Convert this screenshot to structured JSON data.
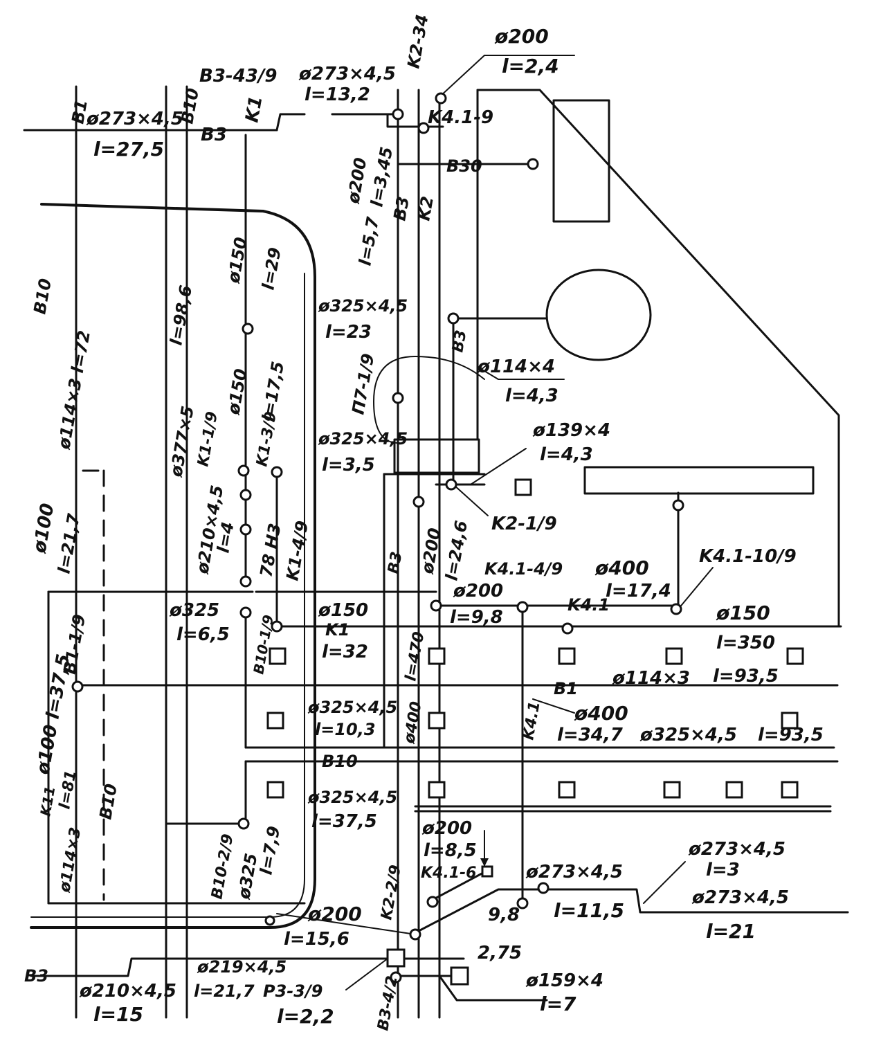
{
  "labels": {
    "t_b3_43": "B3-43/9",
    "t_273_top": "ø273×4,5",
    "t_l132": "l=13,2",
    "t_k234": "K2-34",
    "t_200_top": "ø200",
    "t_l24": "l=2,4",
    "t_b1": "B1",
    "t_273_b1": "ø273×4,5",
    "t_l275": "l=27,5",
    "t_b10_top": "B10",
    "t_b3_top": "B3",
    "t_k1_top": "K1",
    "t_k41_9": "K4.1-9",
    "t_b30": "B30",
    "t_200_v": "ø200",
    "t_l345": "l=3,45",
    "t_l57": "l=5,7",
    "t_b3_v": "B3",
    "t_k2_v": "K2",
    "t_b10_left": "B10",
    "t_114_72": "ø114×3 l=72",
    "t_377": "ø377×5",
    "t_l986": "l=98,6",
    "t_150a": "ø150",
    "t_l29": "l=29",
    "t_325_23": "ø325×4,5",
    "t_l23": "l=23",
    "t_b3_mid": "B3",
    "t_114_4": "ø114×4",
    "t_l43a": "l=4,3",
    "t_150b": "ø150",
    "t_l175": "l=17,5",
    "t_p7": "П7-1/9",
    "t_k11": "K1-1/9",
    "t_k13": "K1-3/9",
    "t_325_35": "ø325×4,5",
    "t_l35": "l=3,5",
    "t_139": "ø139×4",
    "t_l43b": "l=4,3",
    "t_k21": "K2-1/9",
    "t_210_v": "ø210×4,5",
    "t_l4": "l=4",
    "t_78": "78 H3",
    "t_k14": "K1-4/9",
    "t_100": "ø100",
    "t_l217a": "l=21,7",
    "t_b3_low": "B3",
    "t_200_low": "ø200",
    "t_l246": "l=24,6",
    "t_k414": "K4.1-4/9",
    "t_400a": "ø400",
    "t_l174": "l=17,4",
    "t_k4110": "K4.1-10/9",
    "t_200_mid": "ø200",
    "t_l98": "l=9,8",
    "t_k41_h": "K4.1",
    "t_150c": "ø150",
    "t_l350": "l=350",
    "t_325_65": "ø325",
    "t_l65": "l=6,5",
    "t_b101": "B10-1/9",
    "t_150d": "ø150",
    "t_k1_h": "K1",
    "t_l32": "l=32",
    "t_l470": "l=470",
    "t_b11": "B1-1/9",
    "t_114_935": "ø114×3",
    "t_l935a": "l=93,5",
    "t_b1_h": "B1",
    "t_100_375": "ø100 l=37,5",
    "t_325_103": "ø325×4,5",
    "t_l103": "l=10,3",
    "t_400_v": "ø400",
    "t_k41_v": "K4.1",
    "t_400b": "ø400",
    "t_l347": "l=34,7",
    "t_325_935": "ø325×4,5",
    "t_l935b": "l=93,5",
    "t_k11b": "K11",
    "t_l81": "l=81",
    "t_114_81": "ø114×3",
    "t_b10_v": "B10",
    "t_b10_h": "B10",
    "t_325_375": "ø325×4,5",
    "t_l375": "l=37,5",
    "t_200_85": "ø200",
    "t_l85": "l=8,5",
    "t_k416": "K4.1-6",
    "t_273_3": "ø273×4,5",
    "t_l3": "l=3",
    "t_273_115": "ø273×4,5",
    "t_l115": "l=11,5",
    "t_273_21": "ø273×4,5",
    "t_l21": "l=21",
    "t_b102": "B10-2/9",
    "t_325_79": "ø325",
    "t_l79": "l=7,9",
    "t_k22": "K2-2/9",
    "t_98": "9,8",
    "t_200_156": "ø200",
    "t_l156": "l=15,6",
    "t_275": "2,75",
    "t_219": "ø219×4,5",
    "t_l217b": "l=21,7",
    "t_p33": "P3-3/9",
    "t_l22": "l=2,2",
    "t_b34": "B3-4/2",
    "t_159": "ø159×4",
    "t_l7": "l=7",
    "t_b3_bot": "B3",
    "t_210_15": "ø210×4,5",
    "t_l15": "l=15"
  }
}
